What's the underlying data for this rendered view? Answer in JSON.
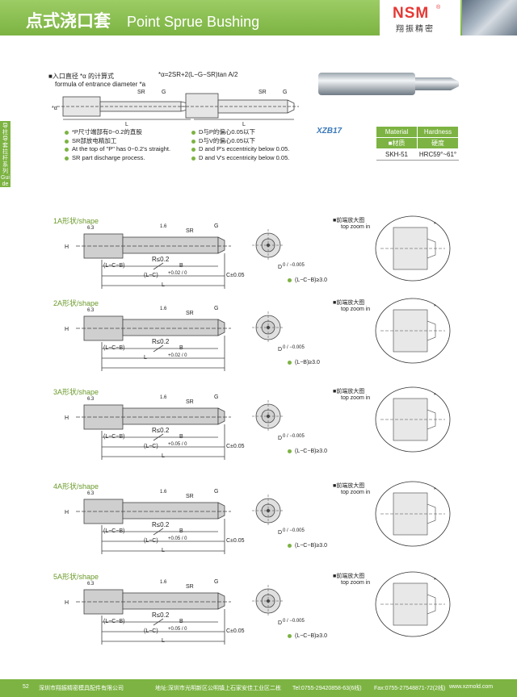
{
  "header": {
    "title_cn": "点式浇口套",
    "title_en": "Point Sprue Bushing",
    "logo_text": "NSM",
    "logo_reg": "®",
    "logo_cn": "翔振精密"
  },
  "side_tab": "导柱导套拉杆系列 Guide Pillar Bush Series",
  "formula": {
    "title": "■入口直径 *α 的计算式",
    "expr": "*α=2SR+2(L−G−SR)tan A/2",
    "title_en": "formula of entrance diameter *a"
  },
  "notes_left": [
    "*P尺寸端部有0~0.2的直股",
    "SR部放电精加工",
    "At the top of \"P\" has 0~0.2's straight.",
    "SR part discharge process."
  ],
  "notes_right": [
    "D与P的偏心0.05以下",
    "D与V的偏心0.05以下",
    "D and P's eccentricity below 0.05.",
    "D and V's eccentricity below 0.05."
  ],
  "model": "XZB17",
  "material_table": {
    "headers": [
      "Material",
      "Hardness"
    ],
    "headers_cn": [
      "■材质",
      "硬度"
    ],
    "rows": [
      [
        "SKH-51",
        "HRC59°~61°"
      ]
    ]
  },
  "shapes": [
    {
      "label": "1A形状/shape",
      "zoom": "■前端放大图",
      "zoom_en": "top zoom in",
      "note": "(L−C−B)≥3.0",
      "r": "R≤0.2",
      "lcb": "(L−C−B)",
      "lc": "(L−C)",
      "lc_tol": "+0.02 / 0",
      "c": "C±0.05",
      "d": "D",
      "d_tol": "0 / −0.005",
      "l": "L",
      "b": "B"
    },
    {
      "label": "2A形状/shape",
      "zoom": "■前端放大图",
      "zoom_en": "top zoom in",
      "note": "(L−B)≥3.0",
      "r": "R≤0.2",
      "lcb": "(L−C−B)",
      "lc": "L",
      "lc_tol": "+0.02 / 0",
      "c": "",
      "d": "D",
      "d_tol": "0 / −0.005",
      "l": "",
      "b": "B"
    },
    {
      "label": "3A形状/shape",
      "zoom": "■前端放大图",
      "zoom_en": "top zoom in",
      "note": "(L−C−B)≥3.0",
      "r": "R≤0.2",
      "lcb": "(L−C−B)",
      "lc": "(L−C)",
      "lc_tol": "+0.05 / 0",
      "c": "C±0.05",
      "d": "D",
      "d_tol": "0 / −0.005",
      "l": "L",
      "b": "B"
    },
    {
      "label": "4A形状/shape",
      "zoom": "■前端放大图",
      "zoom_en": "top zoom in",
      "note": "(L−C−B)≥3.0",
      "r": "R≤0.2",
      "lcb": "(L−C−B)",
      "lc": "(L−C)",
      "lc_tol": "+0.05 / 0",
      "c": "C±0.05",
      "d": "D",
      "d_tol": "0 / −0.005",
      "l": "L",
      "b": "B"
    },
    {
      "label": "5A形状/shape",
      "zoom": "■前端放大图",
      "zoom_en": "top zoom in",
      "note": "(L−C−B)≥3.0",
      "r": "R≤0.2",
      "lcb": "(L−C−B)",
      "lc": "(L−C)",
      "lc_tol": "+0.05 / 0",
      "c": "C±0.05",
      "d": "D",
      "d_tol": "0 / −0.005",
      "l": "L",
      "b": "B"
    }
  ],
  "footer": {
    "page": "52",
    "company": "深圳市翔振精密模具配件有限公司",
    "address": "地址:深圳市光明新区公明镇上石家安佳工业区二栋",
    "tel": "Tel:0755-29420858-63(6线)",
    "fax": "Fax:0755-27548871-72(2线)",
    "web": "www.xzmold.com"
  }
}
